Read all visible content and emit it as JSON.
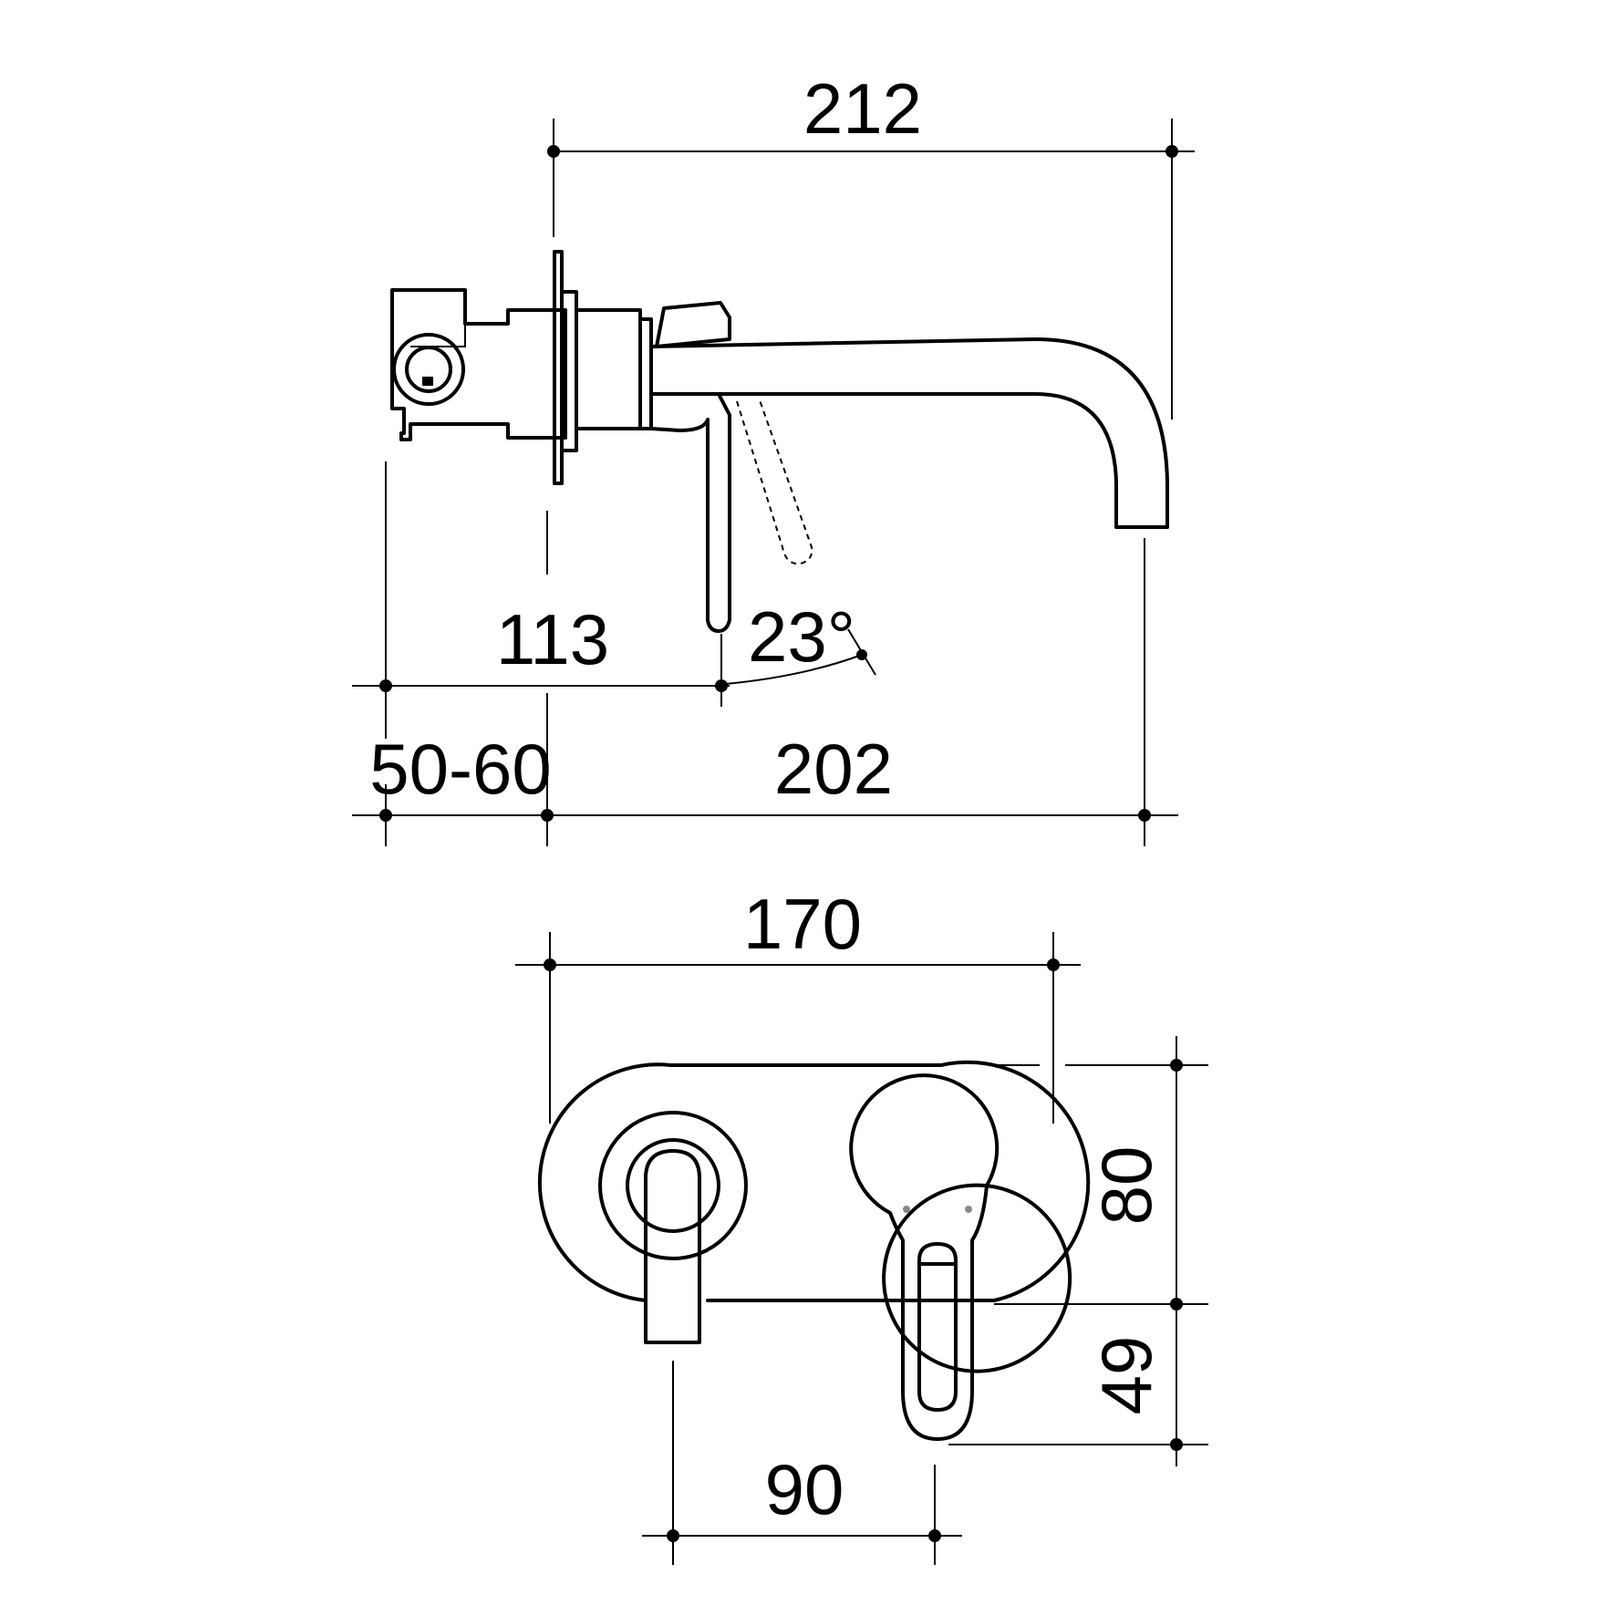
{
  "side_view": {
    "overall_projection": "212",
    "handle_projection": "113",
    "handle_angle": "23°",
    "wall_depth_range": "50-60",
    "spout_projection": "202"
  },
  "front_view": {
    "plate_width": "170",
    "plate_height": "80",
    "handle_drop": "49",
    "center_distance": "90"
  },
  "colors": {
    "line": "#000000",
    "marker": "#888888",
    "background": "#ffffff"
  }
}
